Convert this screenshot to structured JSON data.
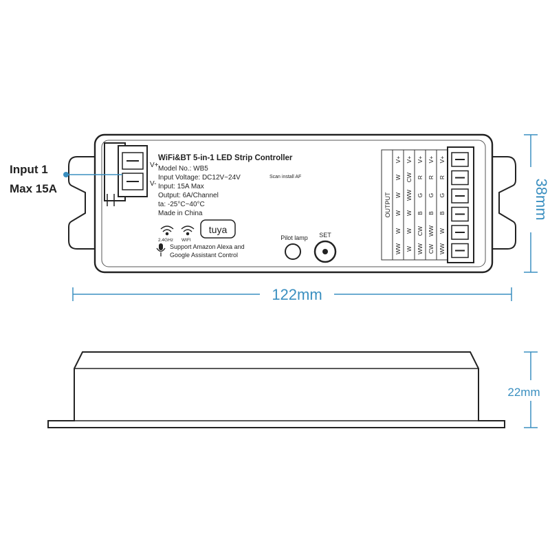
{
  "callout": {
    "line1": "Input 1",
    "line2": "Max 15A"
  },
  "device": {
    "title": "WiFi&BT 5-in-1 LED Strip Controller",
    "specs": [
      "Model No.: WB5",
      "Input Voltage: DC12V~24V",
      "Input: 15A Max",
      "Output: 6A/Channel",
      "ta: -25°C~40°C",
      "Made in China"
    ],
    "scan_text": "Scan install AF",
    "input_labels": [
      "V+",
      "V-"
    ],
    "icons": [
      {
        "name": "wifi-2-4ghz-icon",
        "label": "2.4GHz"
      },
      {
        "name": "wifi-icon",
        "label": "WIFI"
      }
    ],
    "brand_logo": "tuya",
    "voice_text": [
      "Support Amazon Alexa and",
      "Google Assistant Control"
    ],
    "pilot_lamp_label": "Pilot lamp",
    "set_label": "SET",
    "output_header": "OUTPUT",
    "output_columns": [
      [
        "V+",
        "W",
        "W",
        "W",
        "W",
        "WW"
      ],
      [
        "V+",
        "CW",
        "WW",
        "W",
        "W",
        "W"
      ],
      [
        "V+",
        "R",
        "G",
        "B",
        "CW",
        "WW"
      ],
      [
        "V+",
        "R",
        "G",
        "B",
        "WW",
        "CW"
      ],
      [
        "V+",
        "R",
        "G",
        "B",
        "W",
        "WW"
      ]
    ]
  },
  "dimensions": {
    "height": "38mm",
    "width": "122mm",
    "depth": "22mm"
  },
  "colors": {
    "dimension": "#3a8fc0",
    "outline": "#222222"
  }
}
